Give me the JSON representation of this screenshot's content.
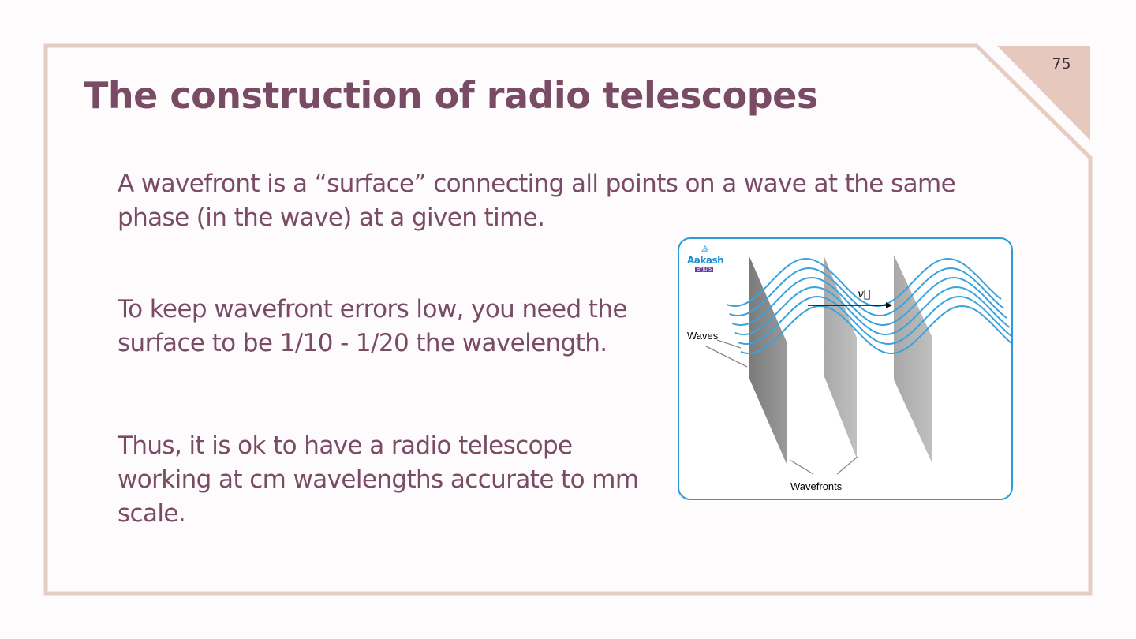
{
  "slide": {
    "number": "75",
    "title": "The construction of radio telescopes",
    "paragraphs": [
      "A wavefront is a “surface” connecting all points on a wave at the same phase (in the wave) at a given time.",
      "To keep wavefront errors low, you need the surface to be 1/10 - 1/20 the wavelength.",
      "Thus, it is ok to have a radio telescope working at cm wavelengths accurate to mm scale."
    ]
  },
  "figure": {
    "logo_text": "Aakash",
    "logo_sub": "BYJU'S",
    "waves_label": "Waves",
    "wavefronts_label": "Wavefronts",
    "velocity_symbol": "v⃗"
  },
  "colors": {
    "accent": "#7a4b65",
    "frame": "#e6cdc3",
    "wave": "#3aa3dc",
    "figure_border": "#2e9ad6"
  }
}
